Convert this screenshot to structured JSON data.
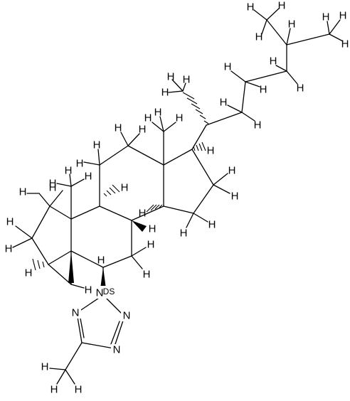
{
  "diagram": {
    "atom_labels": {
      "hydrogen": "H",
      "nitrogen": "N",
      "ring_label": "DS"
    }
  }
}
